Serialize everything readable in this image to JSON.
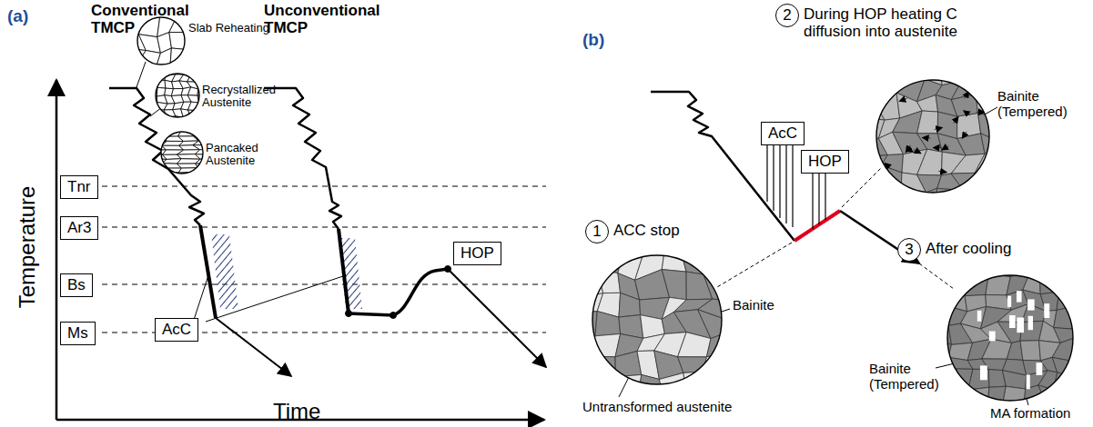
{
  "diagram": {
    "nodes": [
      {
        "text": [
          "Tnr"
        ]
      },
      {
        "text": [
          "Ar3"
        ]
      },
      {
        "text": [
          "Bs"
        ]
      },
      {
        "text": [
          "Ms"
        ]
      },
      {
        "text": [
          "AcC"
        ]
      },
      {
        "text": [
          "HOP"
        ]
      },
      {
        "text": [
          "1",
          "ACC stop"
        ]
      },
      {
        "text": [
          "2",
          "During HOP heating C diffusion into austenite"
        ]
      },
      {
        "text": [
          "3",
          "After cooling"
        ]
      },
      {
        "text": [
          "AcC"
        ]
      },
      {
        "text": [
          "HOP"
        ]
      }
    ],
    "labels": [
      "(a)",
      "Conventional TMCP",
      "Unconventional TMCP",
      "Slab Reheating",
      "Recrystallized Austenite",
      "Pancaked Austenite",
      "Temperature",
      "Time",
      "(b)",
      "Bainite (Tempered)",
      "Bainite",
      "Untransformed austenite",
      "Bainite (Tempered)",
      "MA formation"
    ]
  }
}
